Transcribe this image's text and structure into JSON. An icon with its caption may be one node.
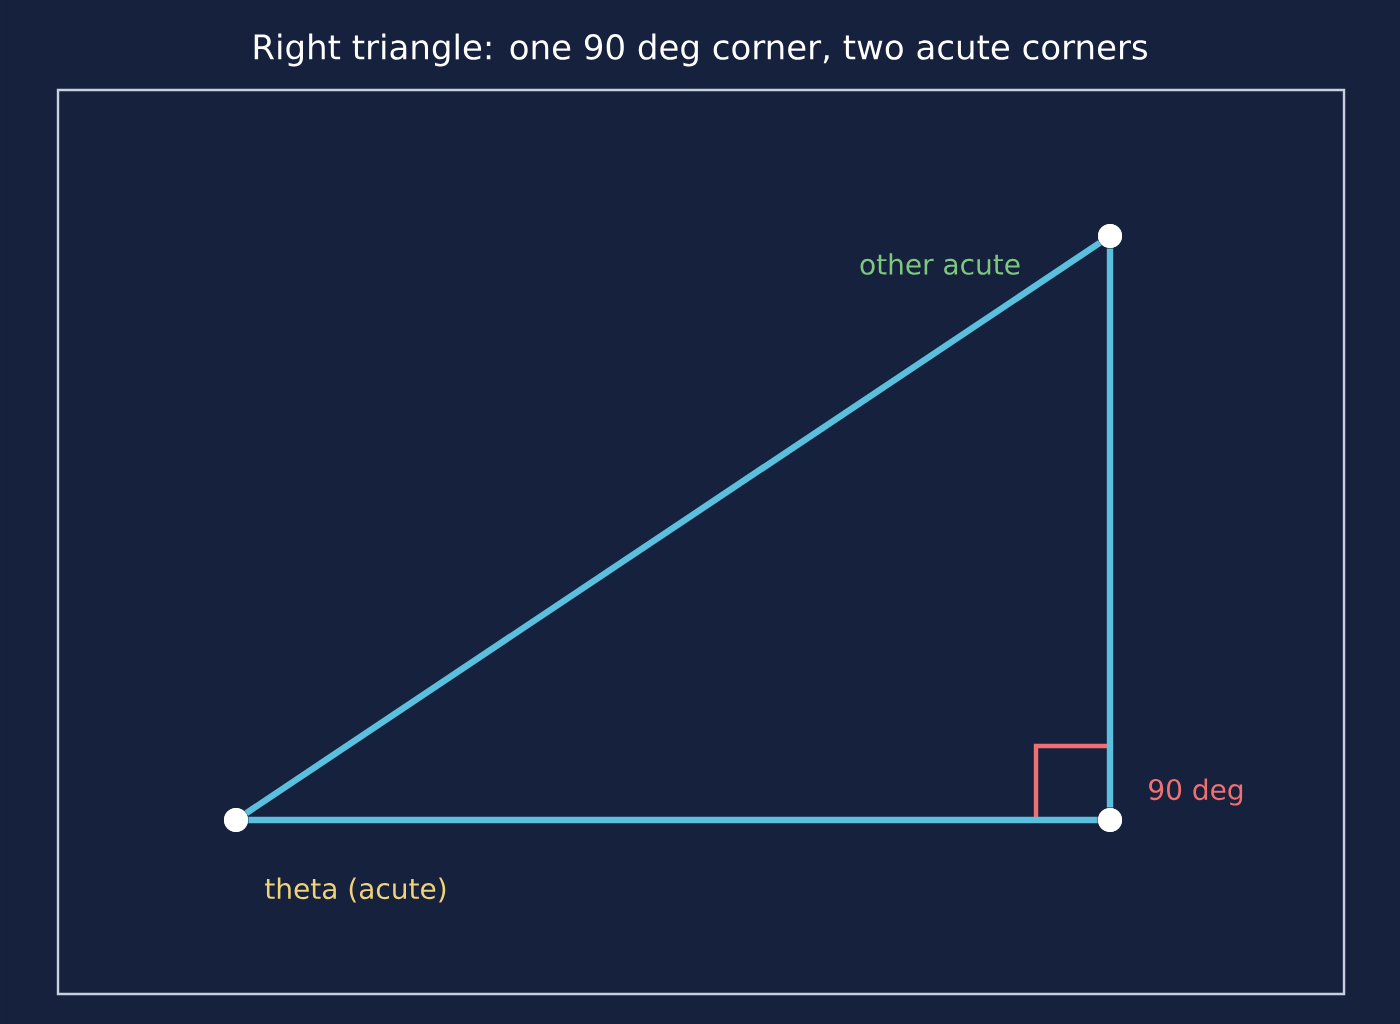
{
  "diagram": {
    "title": "Right triangle: one 90 deg corner, two acute corners",
    "nodes": [
      {
        "text": [],
        "shape": "circle",
        "beside": [
          "other acute"
        ]
      },
      {
        "text": [],
        "shape": "circle",
        "beside": [
          "theta (acute)"
        ]
      },
      {
        "text": [],
        "shape": "circle",
        "beside": [
          "90 deg"
        ]
      }
    ],
    "edges": [
      {
        "from": 1,
        "to": 2,
        "arrow": "none"
      },
      {
        "from": 2,
        "to": 0,
        "arrow": "none"
      },
      {
        "from": 1,
        "to": 0,
        "arrow": "none"
      }
    ]
  }
}
